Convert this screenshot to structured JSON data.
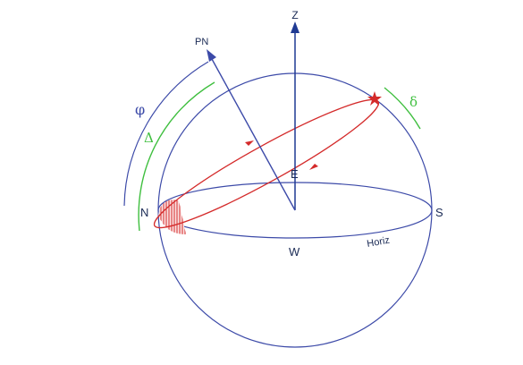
{
  "labels": {
    "zenith": "Z",
    "north_pole": "PN",
    "north": "N",
    "south": "S",
    "east": "E",
    "west": "W",
    "horizon": "Horiz",
    "latitude": "φ",
    "pole_distance": "Δ",
    "declination": "δ"
  },
  "colors": {
    "blue": "#3c4aa8",
    "dark_blue": "#1f3a93",
    "red": "#d42a2a",
    "green": "#3fbf3f",
    "label": "#1a2a55"
  },
  "icons": {
    "star": "red-star-icon"
  }
}
